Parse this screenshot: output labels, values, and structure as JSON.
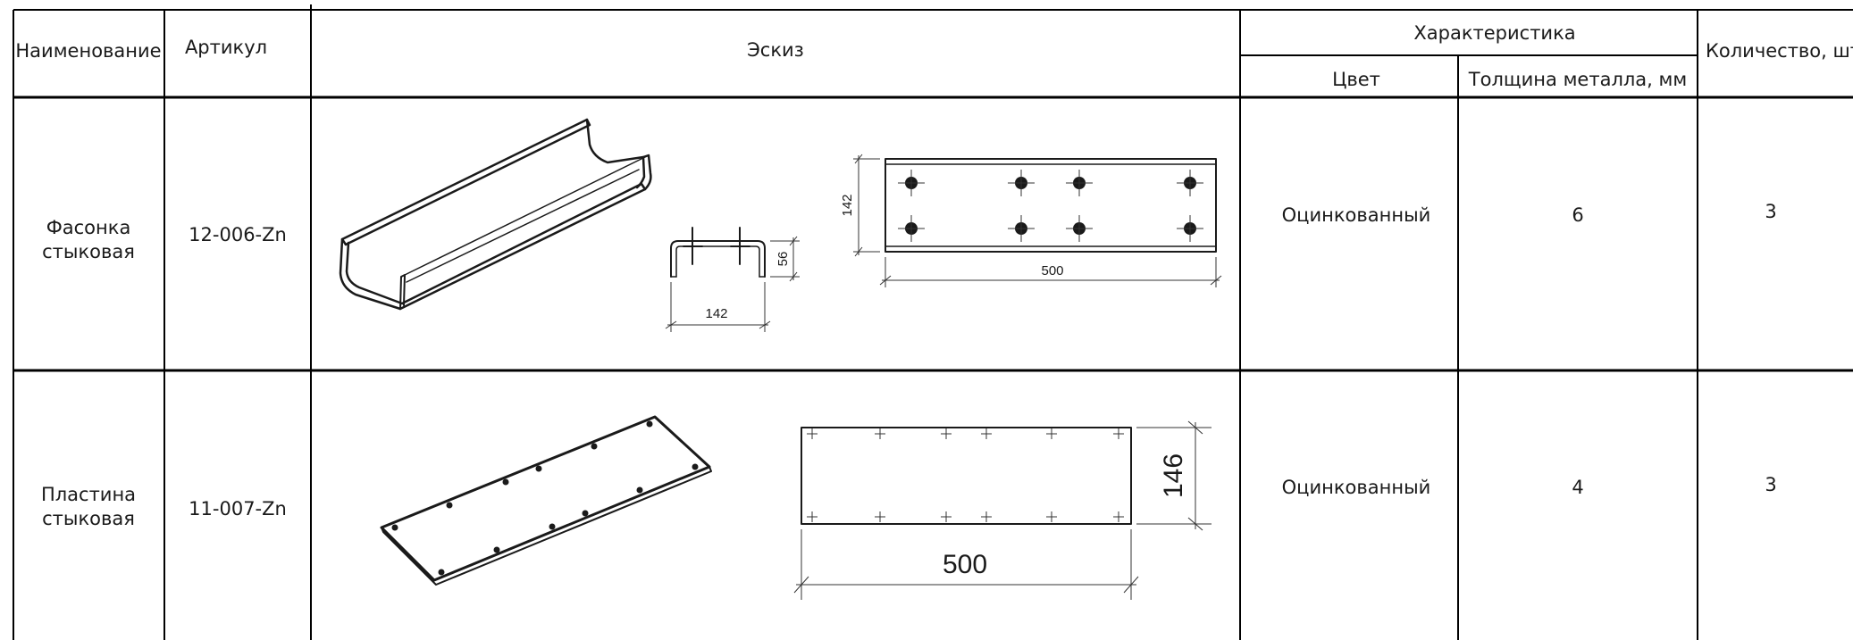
{
  "table": {
    "headers": {
      "name": "Наименование",
      "article": "Артикул",
      "sketch": "Эскиз",
      "characteristic": "Характеристика",
      "color": "Цвет",
      "thickness": "Толщина металла, мм",
      "quantity": "Количество, шт"
    },
    "rows": [
      {
        "name_line1": "Фасонка",
        "name_line2": "стыковая",
        "article": "12-006-Zn",
        "color": "Оцинкованный",
        "thickness": "6",
        "quantity": "3",
        "dims": {
          "width": "142",
          "height": "56",
          "length": "500",
          "side": "142"
        }
      },
      {
        "name_line1": "Пластина",
        "name_line2": "стыковая",
        "article": "11-007-Zn",
        "color": "Оцинкованный",
        "thickness": "4",
        "quantity": "3",
        "dims": {
          "length": "500",
          "width": "146"
        }
      }
    ]
  }
}
